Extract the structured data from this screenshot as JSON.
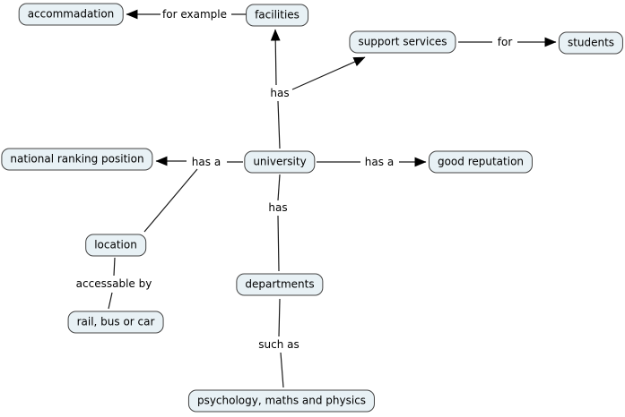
{
  "diagram": {
    "type": "concept-map",
    "topic": "university",
    "colors": {
      "background": "#ffffff",
      "node_fill": "#e8f1f5",
      "node_border": "#444444",
      "line": "#1a1a1a",
      "text": "#000000"
    },
    "nodes": [
      {
        "id": "accommadation",
        "label": "accommadation"
      },
      {
        "id": "facilities",
        "label": "facilities"
      },
      {
        "id": "support-services",
        "label": "support services"
      },
      {
        "id": "students",
        "label": "students"
      },
      {
        "id": "national-ranking-position",
        "label": "national ranking position"
      },
      {
        "id": "university",
        "label": "university"
      },
      {
        "id": "good-reputation",
        "label": "good reputation"
      },
      {
        "id": "location",
        "label": "location"
      },
      {
        "id": "rail-bus-or-car",
        "label": "rail, bus or car"
      },
      {
        "id": "departments",
        "label": "departments"
      },
      {
        "id": "psychology-maths-and-physics",
        "label": "psychology, maths and physics"
      }
    ],
    "edge_labels": [
      {
        "id": "for-example",
        "label": "for example"
      },
      {
        "id": "has-top",
        "label": "has"
      },
      {
        "id": "for",
        "label": "for"
      },
      {
        "id": "has-a-left",
        "label": "has a"
      },
      {
        "id": "has-a-right",
        "label": "has a"
      },
      {
        "id": "has-bottom",
        "label": "has"
      },
      {
        "id": "accessable-by",
        "label": "accessable by"
      },
      {
        "id": "such-as",
        "label": "such as"
      }
    ],
    "edges": [
      {
        "from": "facilities",
        "label": "for example",
        "to": "accommadation",
        "arrow": true
      },
      {
        "from": "university",
        "label": "has",
        "to": "facilities",
        "arrow": true
      },
      {
        "from": "university",
        "label": "has",
        "to": "support services",
        "arrow": true
      },
      {
        "from": "support services",
        "label": "for",
        "to": "students",
        "arrow": true
      },
      {
        "from": "university",
        "label": "has a",
        "to": "national ranking position",
        "arrow": true
      },
      {
        "from": "university",
        "label": "has a",
        "to": "location",
        "arrow": false
      },
      {
        "from": "university",
        "label": "has a",
        "to": "good reputation",
        "arrow": true
      },
      {
        "from": "university",
        "label": "has",
        "to": "departments",
        "arrow": false
      },
      {
        "from": "location",
        "label": "accessable by",
        "to": "rail, bus or car",
        "arrow": false
      },
      {
        "from": "departments",
        "label": "such as",
        "to": "psychology, maths and physics",
        "arrow": false
      }
    ]
  }
}
